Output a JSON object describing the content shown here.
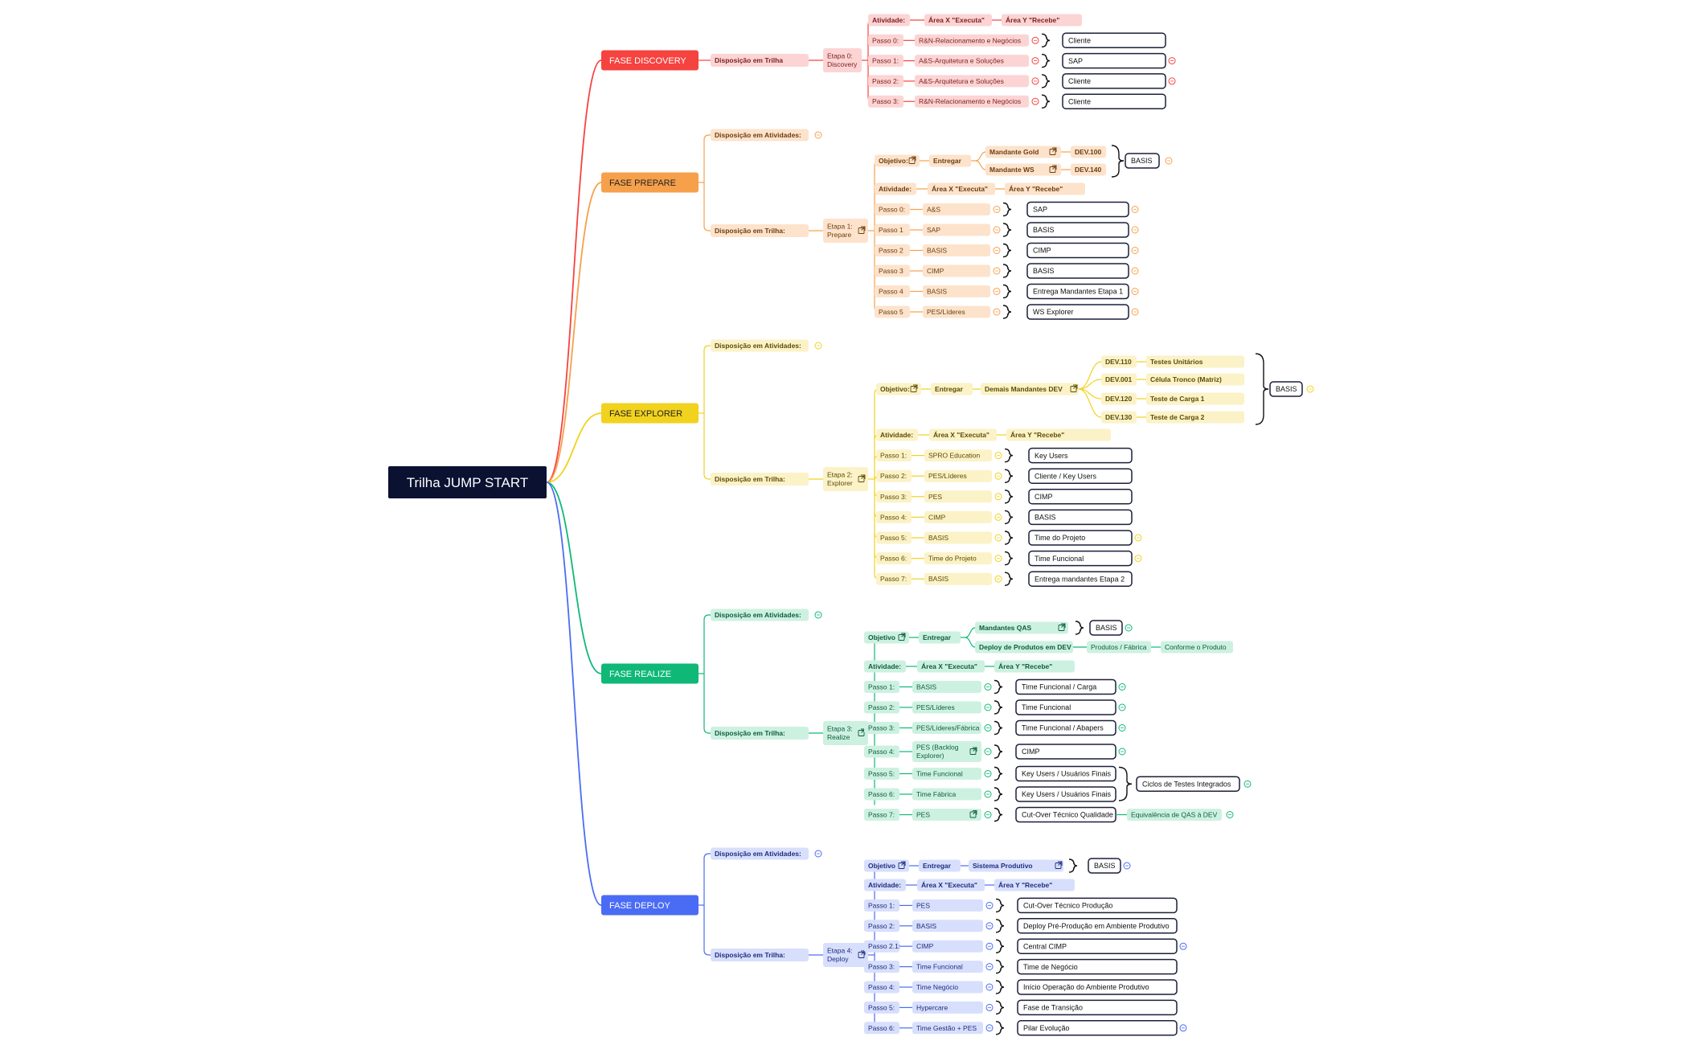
{
  "root": {
    "label": "Trilha JUMP START"
  },
  "colors": {
    "root_bg": "#0a1131",
    "discovery": {
      "main": "#f5433f",
      "pill": "#fcd4d4",
      "text": "#7d1d1d"
    },
    "prepare": {
      "main": "#f6a04b",
      "pill": "#fde3cc",
      "text": "#6b3d0e"
    },
    "explorer": {
      "main": "#f1d21e",
      "pill": "#fbf2c7",
      "text": "#5c4c06"
    },
    "realize": {
      "main": "#0fb877",
      "pill": "#cdf1e1",
      "text": "#0e5c3e"
    },
    "deploy": {
      "main": "#4a6cf5",
      "pill": "#d7dffd",
      "text": "#1f2d7a"
    }
  },
  "phases": [
    {
      "key": "discovery",
      "label": "FASE DISCOVERY",
      "disposicao_trilha": "Disposição em Trilha",
      "etapa": "Etapa 0:|Discovery",
      "atividade": {
        "label": "Atividade:",
        "executa": "Área X \"Executa\"",
        "recebe": "Área Y \"Recebe\""
      },
      "passos": [
        {
          "label": "Passo 0:",
          "executa": "R&N-Relacionamento e Negócios",
          "recebe": "Cliente"
        },
        {
          "label": "Passo 1:",
          "executa": "A&S-Arquitetura e Soluções",
          "recebe": "SAP"
        },
        {
          "label": "Passo 2:",
          "executa": "A&S-Arquitetura e Soluções",
          "recebe": "Cliente"
        },
        {
          "label": "Passo 3:",
          "executa": "R&N-Relacionamento e Negócios",
          "recebe": "Cliente"
        }
      ]
    },
    {
      "key": "prepare",
      "label": "FASE PREPARE",
      "disposicao_atividades": "Disposição em Atividades:",
      "disposicao_trilha": "Disposição em Trilha:",
      "etapa": "Etapa 1:|Prepare",
      "objetivo": {
        "label": "Objetivo:",
        "verbo": "Entregar",
        "itens": [
          {
            "nome": "Mandante Gold",
            "codigo": "DEV.100"
          },
          {
            "nome": "Mandante WS",
            "codigo": "DEV.140"
          }
        ],
        "destino": "BASIS"
      },
      "atividade": {
        "label": "Atividade:",
        "executa": "Área X \"Executa\"",
        "recebe": "Área Y \"Recebe\""
      },
      "passos": [
        {
          "label": "Passo 0:",
          "executa": "A&S",
          "recebe": "SAP"
        },
        {
          "label": "Passo 1",
          "executa": "SAP",
          "recebe": "BASIS"
        },
        {
          "label": "Passo 2",
          "executa": "BASIS",
          "recebe": "CIMP"
        },
        {
          "label": "Passo 3",
          "executa": "CIMP",
          "recebe": "BASIS"
        },
        {
          "label": "Passo 4",
          "executa": "BASIS",
          "recebe": "Entrega Mandantes Etapa 1"
        },
        {
          "label": "Passo 5",
          "executa": "PES/Líderes",
          "recebe": "WS Explorer"
        }
      ]
    },
    {
      "key": "explorer",
      "label": "FASE EXPLORER",
      "disposicao_atividades": "Disposição em Atividades:",
      "disposicao_trilha": "Disposição em Trilha:",
      "etapa": "Etapa 2:|Explorer",
      "objetivo": {
        "label": "Objetivo:",
        "verbo": "Entregar",
        "item": "Demais Mandantes DEV",
        "codigos": [
          {
            "codigo": "DEV.110",
            "nome": "Testes Unitários"
          },
          {
            "codigo": "DEV.001",
            "nome": "Célula Tronco (Matriz)"
          },
          {
            "codigo": "DEV.120",
            "nome": "Teste de Carga 1"
          },
          {
            "codigo": "DEV.130",
            "nome": "Teste de Carga 2"
          }
        ],
        "destino": "BASIS"
      },
      "atividade": {
        "label": "Atividade:",
        "executa": "Área X \"Executa\"",
        "recebe": "Área Y \"Recebe\""
      },
      "passos": [
        {
          "label": "Passo 1:",
          "executa": "SPRO Education",
          "recebe": "Key Users"
        },
        {
          "label": "Passo 2:",
          "executa": "PES/Líderes",
          "recebe": "Cliente / Key Users"
        },
        {
          "label": "Passo 3:",
          "executa": "PES",
          "recebe": "CIMP"
        },
        {
          "label": "Passo 4:",
          "executa": "CIMP",
          "recebe": "BASIS"
        },
        {
          "label": "Passo 5:",
          "executa": "BASIS",
          "recebe": "Time do Projeto"
        },
        {
          "label": "Passo 6:",
          "executa": "Time do Projeto",
          "recebe": "Time Funcional"
        },
        {
          "label": "Passo 7:",
          "executa": "BASIS",
          "recebe": "Entrega mandantes Etapa 2"
        }
      ]
    },
    {
      "key": "realize",
      "label": "FASE REALIZE",
      "disposicao_atividades": "Disposição em Atividades:",
      "disposicao_trilha": "Disposição em Trilha:",
      "etapa": "Etapa 3:|Realize",
      "objetivo": {
        "label": "Objetivo",
        "verbo": "Entregar",
        "itens": [
          "Mandantes QAS",
          "Deploy de Produtos em DEV"
        ],
        "destino": "BASIS",
        "extra1": "Produtos / Fábrica",
        "extra2": "Conforme o Produto"
      },
      "atividade": {
        "label": "Atividade:",
        "executa": "Área X \"Executa\"",
        "recebe": "Área Y \"Recebe\""
      },
      "passos": [
        {
          "label": "Passo 1:",
          "executa": "BASIS",
          "recebe": "Time Funcional / Carga"
        },
        {
          "label": "Passo 2:",
          "executa": "PES/Líderes",
          "recebe": "Time Funcional"
        },
        {
          "label": "Passo 3:",
          "executa": "PES/Líderes/Fábrica",
          "recebe": "Time Funcional / Abapers"
        },
        {
          "label": "Passo 4:",
          "executa": "PES (Backlog|Explorer)",
          "recebe": "CIMP"
        },
        {
          "label": "Passo 5:",
          "executa": "Time Funcional",
          "recebe": "Key Users / Usuários Finais"
        },
        {
          "label": "Passo 6:",
          "executa": "Time Fábrica",
          "recebe": "Key Users / Usuários Finais"
        },
        {
          "label": "Passo 7:",
          "executa": "PES",
          "recebe": "Cut-Over Técnico Qualidade"
        }
      ],
      "ciclos": "Ciclos de Testes Integrados",
      "equivalencia": "Equivalência de QAS à DEV"
    },
    {
      "key": "deploy",
      "label": "FASE DEPLOY",
      "disposicao_atividades": "Disposição em Atividades:",
      "disposicao_trilha": "Disposição em Trilha:",
      "etapa": "Etapa 4:|Deploy",
      "objetivo": {
        "label": "Objetivo",
        "verbo": "Entregar",
        "item": "Sistema Produtivo",
        "destino": "BASIS"
      },
      "atividade": {
        "label": "Atividade:",
        "executa": "Área X \"Executa\"",
        "recebe": "Área Y \"Recebe\""
      },
      "passos": [
        {
          "label": "Passo 1:",
          "executa": "PES",
          "recebe": "Cut-Over Técnico Produção"
        },
        {
          "label": "Passo 2:",
          "executa": "BASIS",
          "recebe": "Deploy Pré-Produção em Ambiente Produtivo"
        },
        {
          "label": "Passo 2.1:",
          "executa": "CIMP",
          "recebe": "Central CIMP"
        },
        {
          "label": "Passo 3:",
          "executa": "Time Funcional",
          "recebe": "Time de Negócio"
        },
        {
          "label": "Passo 4:",
          "executa": "Time Negócio",
          "recebe": "Início Operação do Ambiente Produtivo"
        },
        {
          "label": "Passo 5:",
          "executa": "Hypercare",
          "recebe": "Fase de Transição"
        },
        {
          "label": "Passo 6:",
          "executa": "Time Gestão + PES",
          "recebe": "Pilar Evolução"
        }
      ]
    }
  ]
}
